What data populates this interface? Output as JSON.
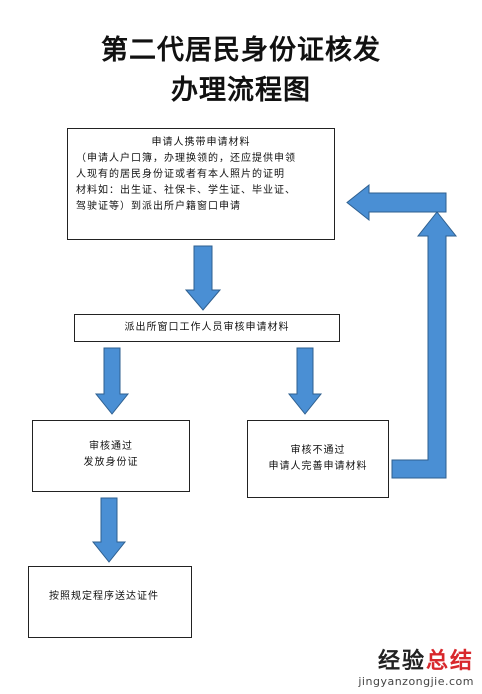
{
  "title": {
    "line1": "第二代居民身份证核发",
    "line2": "办理流程图"
  },
  "nodes": {
    "apply": {
      "heading": "申请人携带申请材料",
      "lines": [
        "（申请人户口簿，办理换领的，还应提供申领",
        "人现有的居民身份证或者有本人照片的证明",
        "材料如：出生证、社保卡、学生证、毕业证、",
        "驾驶证等）到派出所户籍窗口申请"
      ]
    },
    "review": {
      "label": "派出所窗口工作人员审核申请材料"
    },
    "pass": {
      "line1": "审核通过",
      "line2": "发放身份证"
    },
    "fail": {
      "line1": "审核不通过",
      "line2": "申请人完善申请材料"
    },
    "send": {
      "label": "按照规定程序送达证件"
    }
  },
  "colors": {
    "arrow_fill": "#4a8fd4",
    "arrow_stroke": "#2e5f8f"
  },
  "watermark": {
    "brand_dark": "经验",
    "brand_red": "总结",
    "url": "jingyanzongjie.com"
  }
}
